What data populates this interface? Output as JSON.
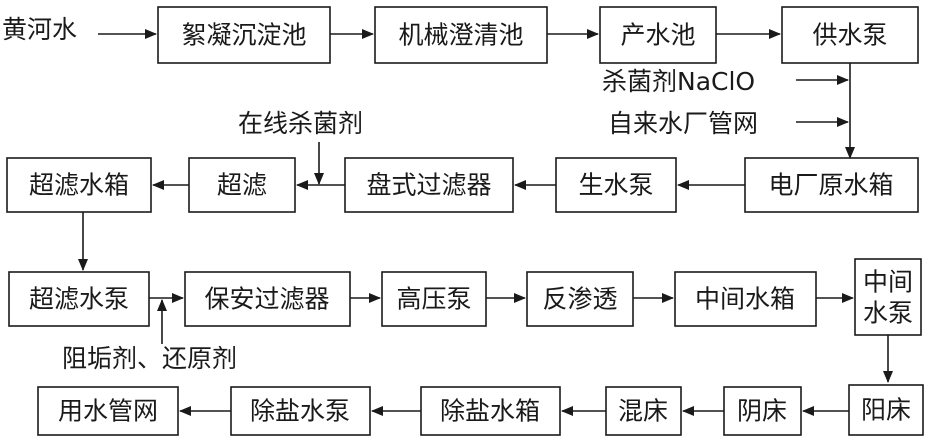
{
  "source_label": "黄河水",
  "boxes": {
    "flocculation_tank": "絮凝沉淀池",
    "mechanical_clarifier": "机械澄清池",
    "product_water_tank": "产水池",
    "supply_pump": "供水泵",
    "plant_raw_water_tank": "电厂原水箱",
    "raw_water_pump": "生水泵",
    "disc_filter": "盘式过滤器",
    "ultrafiltration": "超滤",
    "uf_water_tank": "超滤水箱",
    "uf_water_pump": "超滤水泵",
    "security_filter": "保安过滤器",
    "high_pressure_pump": "高压泵",
    "reverse_osmosis": "反渗透",
    "intermediate_tank": "中间水箱",
    "intermediate_pump_line1": "中间",
    "intermediate_pump_line2": "水泵",
    "cation_bed": "阳床",
    "anion_bed": "阴床",
    "mixed_bed": "混床",
    "demin_water_tank": "除盐水箱",
    "demin_water_pump": "除盐水泵",
    "water_pipe_network": "用水管网"
  },
  "inputs": {
    "sterilant": "杀菌剂NaClO",
    "municipal_network": "自来水厂管网",
    "online_sterilant": "在线杀菌剂",
    "scale_inhibitor": "阻垢剂、还原剂"
  }
}
